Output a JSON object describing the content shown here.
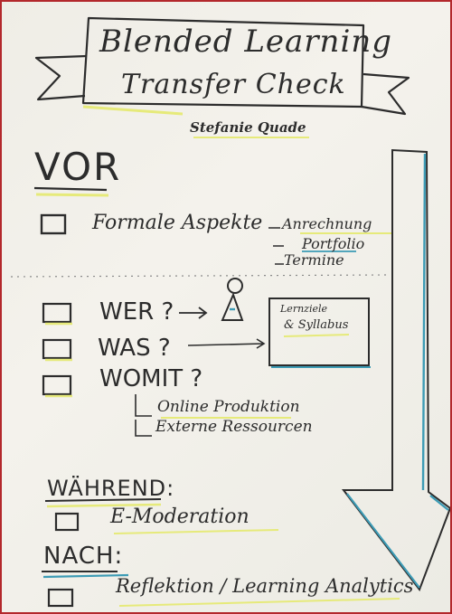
{
  "header": {
    "title_line1": "Blended Learning",
    "title_line2": "Transfer Check",
    "author": "Stefanie Quade"
  },
  "sections": {
    "before": {
      "heading": "VOR",
      "formal": {
        "label": "Formale Aspekte",
        "sub_items": [
          "Anrechnung",
          "Portfolio",
          "Termine"
        ]
      },
      "questions": [
        {
          "label": "WER ?"
        },
        {
          "label": "WAS ?"
        },
        {
          "label": "WOMIT ?"
        }
      ],
      "box": {
        "line1": "Lernziele",
        "line2": "& Syllabus"
      },
      "womit_items": [
        "Online Produktion",
        "Externe Ressourcen"
      ]
    },
    "during": {
      "heading": "WÄHREND:",
      "item": "E-Moderation"
    },
    "after": {
      "heading": "NACH:",
      "item": "Reflektion / Learning Analytics"
    }
  },
  "colors": {
    "ink": "#2c2c2c",
    "accent_blue": "#3c9bb5",
    "accent_yellow": "#e6ea7a",
    "frame_red": "#b3282c"
  }
}
